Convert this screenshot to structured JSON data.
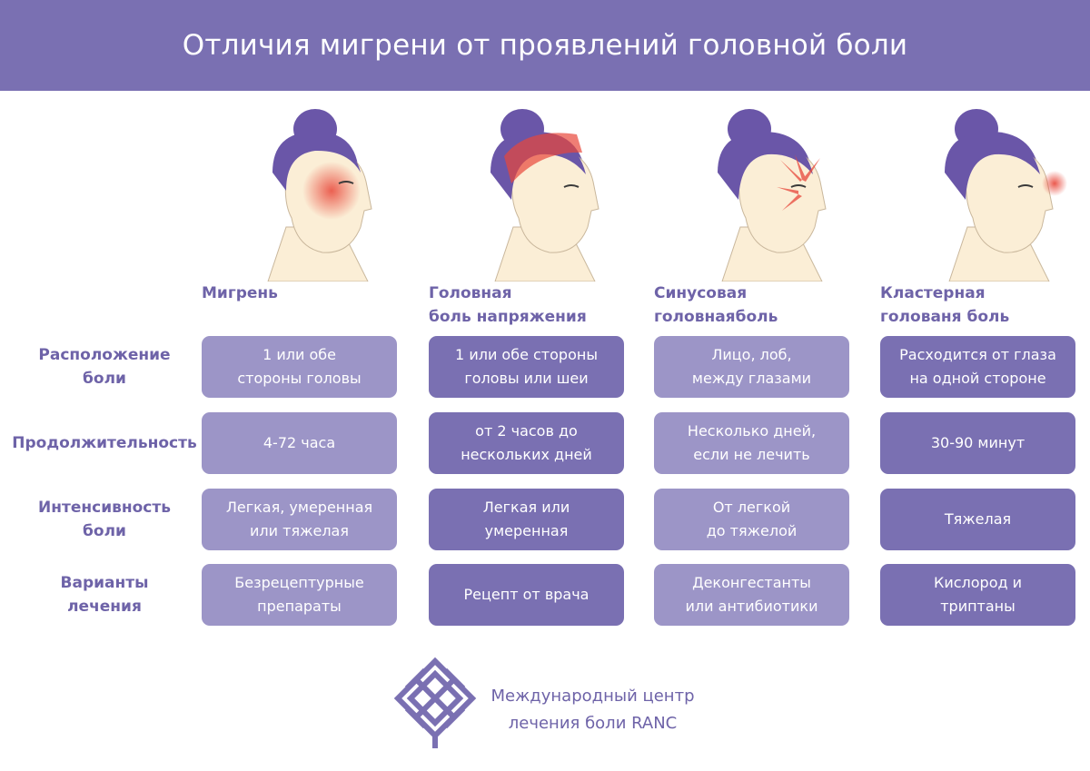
{
  "title": "Отличия мигрени от проявлений головной боли",
  "columns": [
    {
      "title_line1": "",
      "title_line2": "Мигрень",
      "pain_area": "migraine-face"
    },
    {
      "title_line1": "Головная",
      "title_line2": "боль напряжения",
      "pain_area": "forehead-band"
    },
    {
      "title_line1": "Синусовая",
      "title_line2": "головнаяболь",
      "pain_area": "sinus"
    },
    {
      "title_line1": "Кластерная",
      "title_line2": "голованя боль",
      "pain_area": "eye"
    }
  ],
  "rows": [
    {
      "label_line1": "Расположение",
      "label_line2": "боли",
      "cells": [
        {
          "line1": "1 или обе",
          "line2": "стороны головы"
        },
        {
          "line1": "1 или обе стороны",
          "line2": "головы или шеи"
        },
        {
          "line1": "Лицо, лоб,",
          "line2": "между глазами"
        },
        {
          "line1": "Расходится от глаза",
          "line2": "на одной стороне"
        }
      ]
    },
    {
      "label_line1": "Продолжительность",
      "label_line2": "",
      "cells": [
        {
          "line1": "4-72 часа",
          "line2": ""
        },
        {
          "line1": "от 2 часов до",
          "line2": "нескольких дней"
        },
        {
          "line1": "Несколько дней,",
          "line2": "если не лечить"
        },
        {
          "line1": "30-90 минут",
          "line2": ""
        }
      ]
    },
    {
      "label_line1": "Интенсивность",
      "label_line2": "боли",
      "cells": [
        {
          "line1": "Легкая, умеренная",
          "line2": "или тяжелая"
        },
        {
          "line1": "Легкая или",
          "line2": "умеренная"
        },
        {
          "line1": "От легкой",
          "line2": "до тяжелой"
        },
        {
          "line1": "Тяжелая",
          "line2": ""
        }
      ]
    },
    {
      "label_line1": "Варианты",
      "label_line2": "лечения",
      "cells": [
        {
          "line1": "Безрецептурные",
          "line2": "препараты"
        },
        {
          "line1": "Рецепт от врача",
          "line2": ""
        },
        {
          "line1": "Деконгестанты",
          "line2": "или антибиотики"
        },
        {
          "line1": "Кислород и",
          "line2": "триптаны"
        }
      ]
    }
  ],
  "footer": {
    "line1": "Международный центр",
    "line2": "лечения боли RANC",
    "logo": "endless-knot-logo"
  },
  "colors": {
    "header": "#7a70b2",
    "cell_light": "#9c95c7",
    "cell_dark": "#7a70b2",
    "label_text": "#6e63a8",
    "hair": "#6a56a8",
    "skin": "#fbeed6",
    "pain": "#e8473a"
  }
}
